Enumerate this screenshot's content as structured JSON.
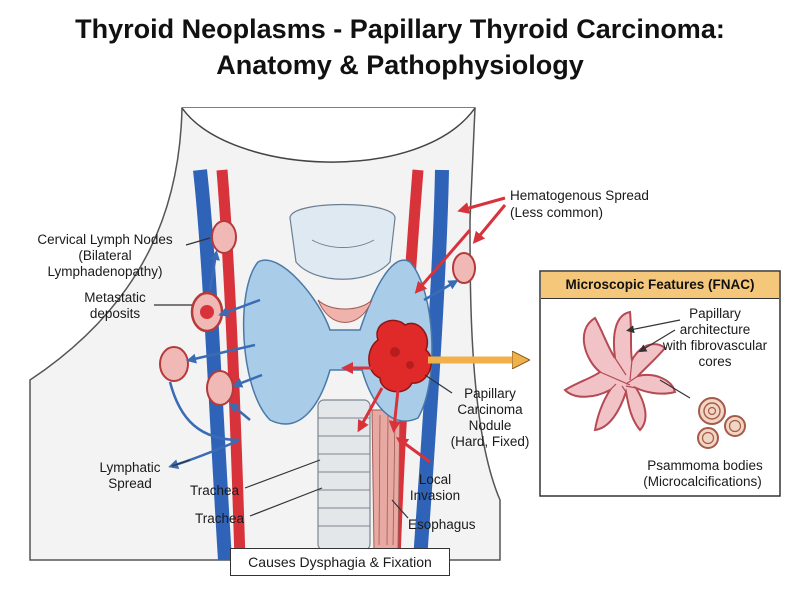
{
  "title_line1": "Thyroid Neoplasms - Papillary Thyroid Carcinoma:",
  "title_line2": "Anatomy & Pathophysiology",
  "labels": {
    "hematogenous_l1": "Hematogenous Spread",
    "hematogenous_l2": "(Less common)",
    "cervical_l1": "Cervical Lymph Nodes",
    "cervical_l2": "(Bilateral",
    "cervical_l3": "Lymphadenopathy)",
    "metastatic_l1": "Metastatic",
    "metastatic_l2": "deposits",
    "nodule_l1": "Papillary",
    "nodule_l2": "Carcinoma",
    "nodule_l3": "Nodule",
    "nodule_l4": "(Hard, Fixed)",
    "lymphatic_l1": "Lymphatic",
    "lymphatic_l2": "Spread",
    "trachea_1": "Trachea",
    "trachea_2": "Trachea",
    "local_l1": "Local",
    "local_l2": "Invasion",
    "esophagus": "Esophagus",
    "caption": "Causes Dysphagia & Fixation"
  },
  "fnac": {
    "title": "Microscopic Features (FNAC)",
    "papillary_l1": "Papillary",
    "papillary_l2": "architecture",
    "papillary_l3": "with fibrovascular",
    "papillary_l4": "cores",
    "psammoma_l1": "Psammoma bodies",
    "psammoma_l2": "(Microcalcifications)"
  },
  "colors": {
    "artery": "#d8333a",
    "vein": "#2e63b8",
    "thyroid": "#a9cde8",
    "tumor": "#e02a2a",
    "node": "#f1b9b6",
    "accent_box": "#f5c77a",
    "papilla": "#e89aa0"
  }
}
